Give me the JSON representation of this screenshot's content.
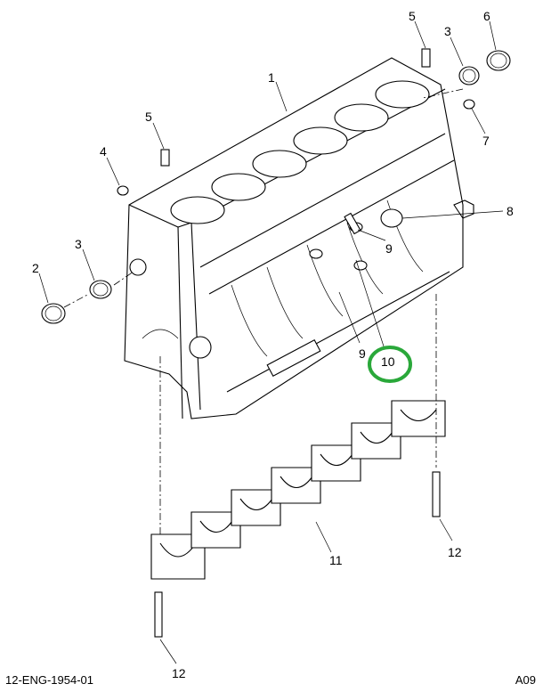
{
  "diagram": {
    "callouts": {
      "c1": "1",
      "c2": "2",
      "c3_left": "3",
      "c3_right": "3",
      "c4": "4",
      "c5_left": "5",
      "c5_right": "5",
      "c6": "6",
      "c7": "7",
      "c8": "8",
      "c9_upper": "9",
      "c9_lower": "9",
      "c10": "10",
      "c11": "11",
      "c12_right": "12",
      "c12_bottom": "12"
    },
    "highlight_color": "#2aa83a",
    "highlighted_callout": "10"
  },
  "footer": {
    "drawing_id": "12-ENG-1954-01",
    "page_code": "A09"
  }
}
